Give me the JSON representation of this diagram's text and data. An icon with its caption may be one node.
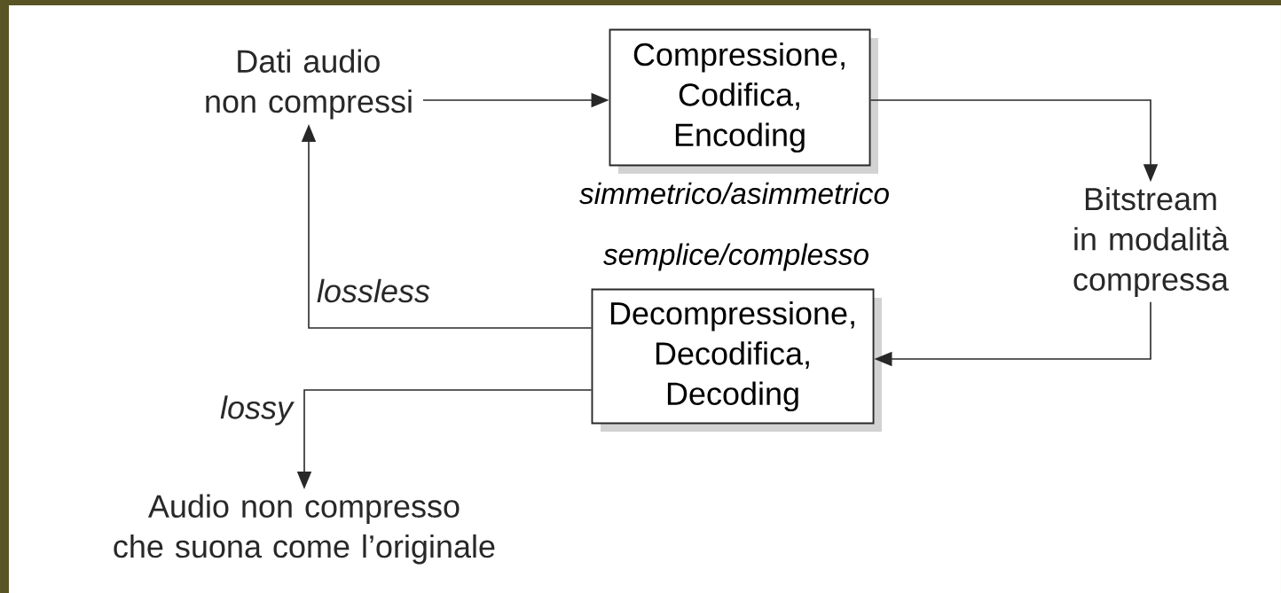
{
  "diagram": {
    "nodes": [
      {
        "text": [
          "Dati audio non compressi"
        ]
      },
      {
        "text": [
          "Compressione, Codifica, Encoding"
        ],
        "beside": [
          "simmetrico/asimmetrico"
        ]
      },
      {
        "text": [
          "Bitstream in modalità compressa"
        ]
      },
      {
        "text": [
          "Decompressione, Decodifica, Decoding"
        ],
        "beside": [
          "semplice/complesso"
        ]
      },
      {
        "text": [
          "Audio non compresso che suona come l’originale"
        ]
      }
    ],
    "edges": [
      {
        "from": 0,
        "to": 1,
        "arrow": "to"
      },
      {
        "from": 1,
        "to": 2,
        "arrow": "to"
      },
      {
        "from": 2,
        "to": 3,
        "arrow": "to"
      },
      {
        "from": 3,
        "to": 0,
        "arrow": "to",
        "label": "lossless"
      },
      {
        "from": 3,
        "to": 4,
        "arrow": "to",
        "label": "lossy"
      }
    ]
  }
}
